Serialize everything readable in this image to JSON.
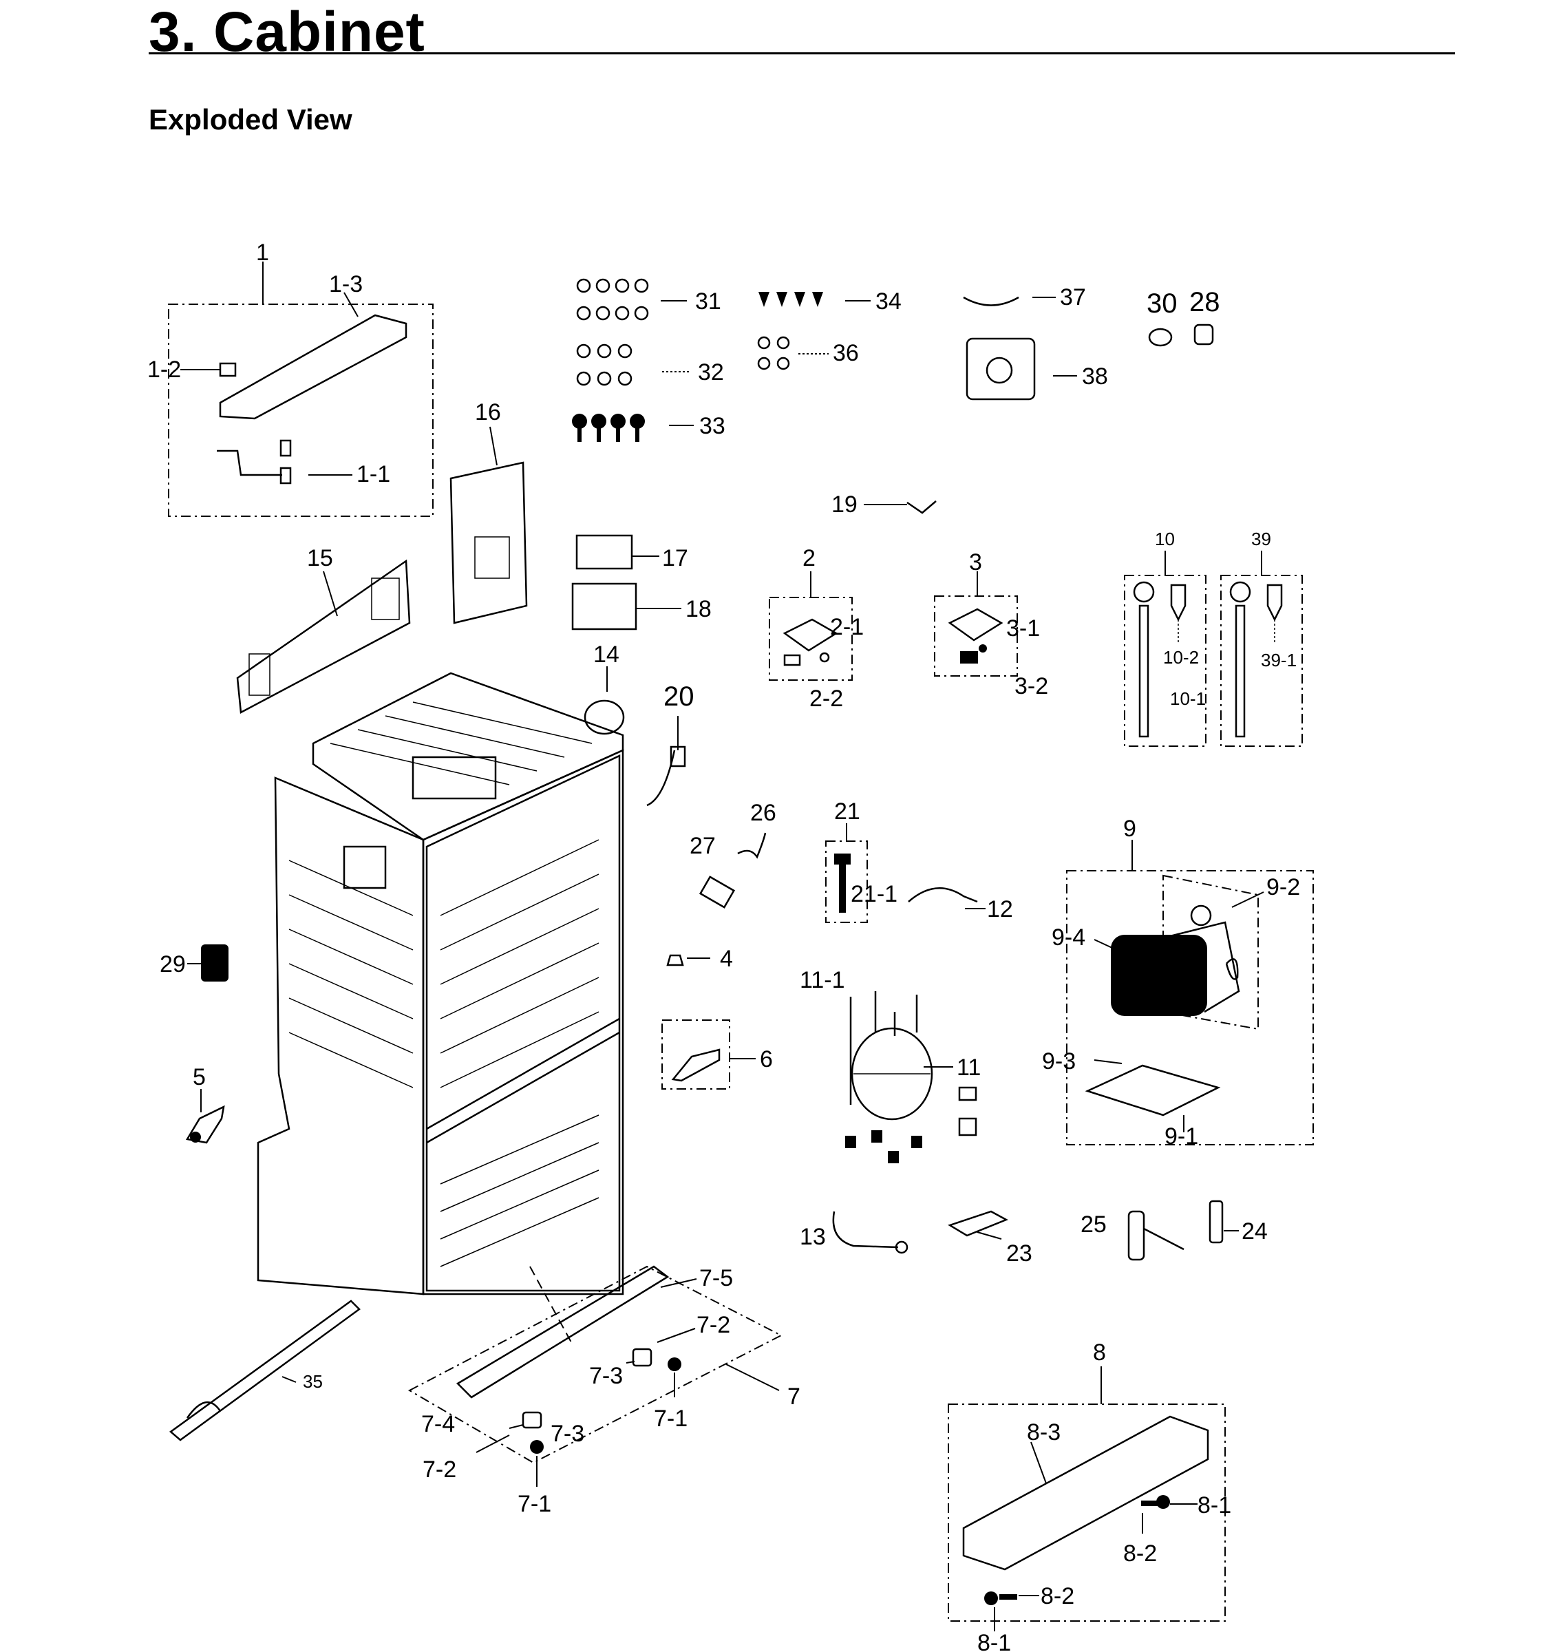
{
  "header": {
    "title": "3.  Cabinet",
    "section": "Exploded View"
  },
  "callouts": {
    "c1": "1",
    "c1_3": "1-3",
    "c1_2": "1-2",
    "c1_1": "1-1",
    "c31": "31",
    "c34": "34",
    "c37": "37",
    "c30": "30",
    "c28": "28",
    "c32": "32",
    "c36": "36",
    "c38": "38",
    "c33": "33",
    "c16": "16",
    "c19": "19",
    "c15": "15",
    "c17": "17",
    "c18": "18",
    "c2": "2",
    "c2_1": "2-1",
    "c2_2": "2-2",
    "c3": "3",
    "c3_1": "3-1",
    "c3_2": "3-2",
    "c10": "10",
    "c10_2": "10-2",
    "c10_1": "10-1",
    "c39": "39",
    "c39_1": "39-1",
    "c14": "14",
    "c20": "20",
    "c27": "27",
    "c26": "26",
    "c21": "21",
    "c21_1": "21-1",
    "c12": "12",
    "c9": "9",
    "c9_2": "9-2",
    "c9_4": "9-4",
    "c9_3": "9-3",
    "c9_1": "9-1",
    "c29": "29",
    "c4": "4",
    "c6": "6",
    "c11_1": "11-1",
    "c11": "11",
    "c5": "5",
    "c13": "13",
    "c23": "23",
    "c25": "25",
    "c24": "24",
    "c7_5": "7-5",
    "c7_2a": "7-2",
    "c7_3a": "7-3",
    "c7_1a": "7-1",
    "c7": "7",
    "c7_4": "7-4",
    "c7_3b": "7-3",
    "c7_2b": "7-2",
    "c7_1b": "7-1",
    "c35": "35",
    "c8": "8",
    "c8_3": "8-3",
    "c8_1a": "8-1",
    "c8_2a": "8-2",
    "c8_2b": "8-2",
    "c8_1b": "8-1"
  }
}
